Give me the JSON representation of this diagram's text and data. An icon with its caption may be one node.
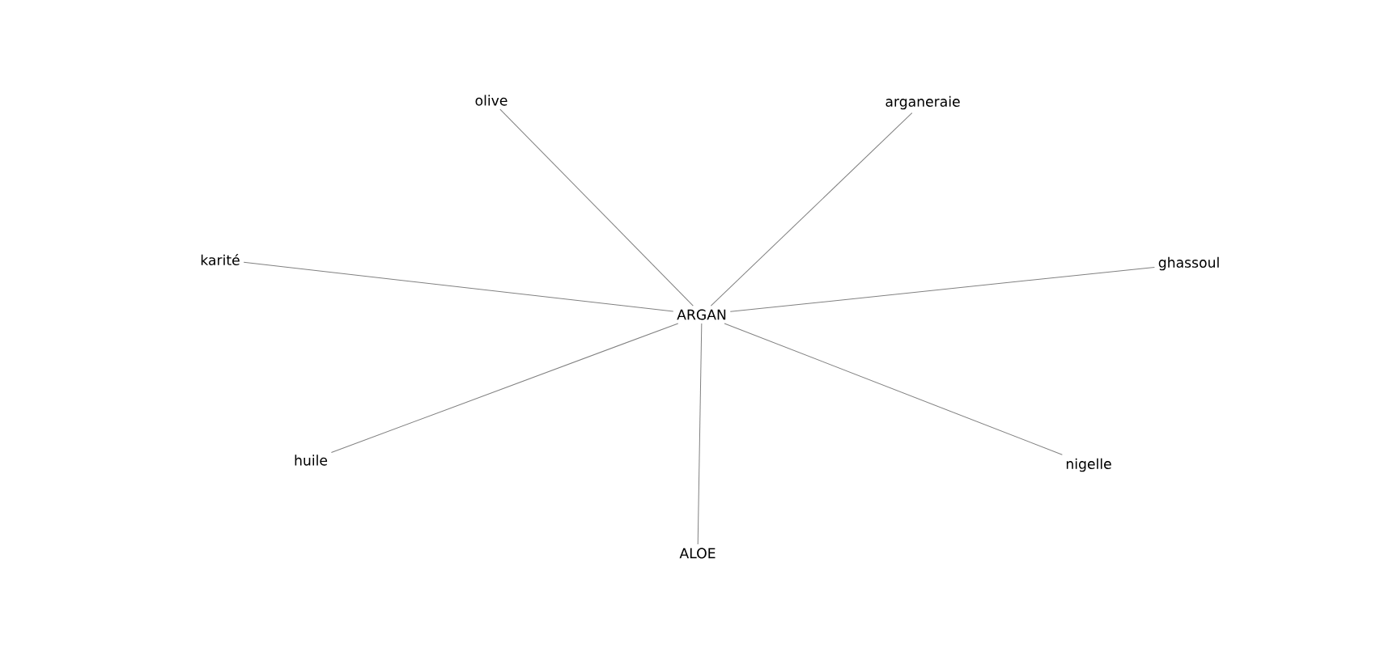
{
  "diagram": {
    "nodes": [
      {
        "text": [
          "olive"
        ]
      },
      {
        "text": [
          "arganeraie"
        ]
      },
      {
        "text": [
          "karité"
        ]
      },
      {
        "text": [
          "ghassoul"
        ]
      },
      {
        "text": [
          "ARGAN"
        ]
      },
      {
        "text": [
          "huile"
        ]
      },
      {
        "text": [
          "nigelle"
        ]
      },
      {
        "text": [
          "ALOE"
        ]
      }
    ],
    "edges": [
      {
        "from": 4,
        "to": 0,
        "arrow": "none"
      },
      {
        "from": 4,
        "to": 1,
        "arrow": "none"
      },
      {
        "from": 4,
        "to": 2,
        "arrow": "none"
      },
      {
        "from": 4,
        "to": 3,
        "arrow": "none"
      },
      {
        "from": 4,
        "to": 5,
        "arrow": "none"
      },
      {
        "from": 4,
        "to": 6,
        "arrow": "none"
      },
      {
        "from": 4,
        "to": 7,
        "arrow": "none"
      }
    ]
  }
}
